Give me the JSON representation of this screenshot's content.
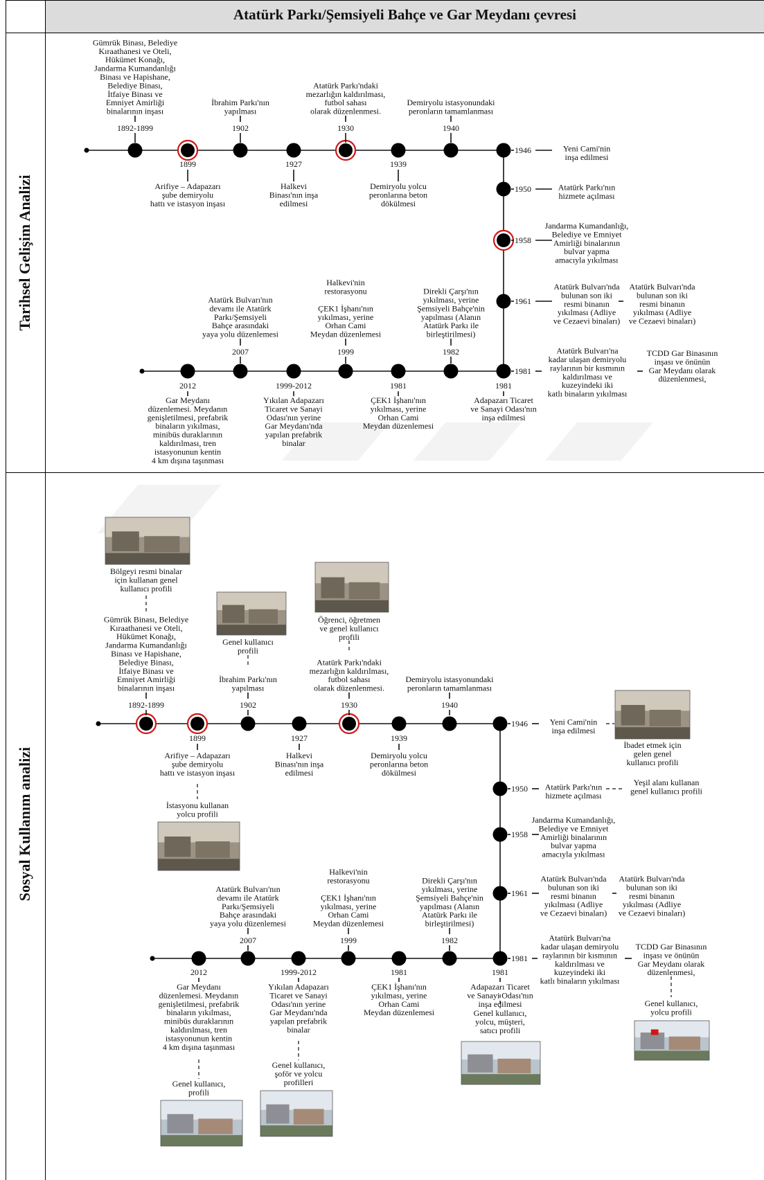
{
  "header": {
    "title": "Atatürk Parkı/Şemsiyeli Bahçe ve Gar Meydanı çevresi"
  },
  "sections": {
    "historical": {
      "label": "Tarihsel Gelişim Analizi"
    },
    "social": {
      "label": "Sosyal Kullanım analizi"
    }
  },
  "colors": {
    "line": "#111111",
    "node": "#000000",
    "highlight_ring": "#d01616",
    "watermark": "#f3f3f3"
  },
  "events": {
    "e1892": {
      "year": "1892-1899",
      "text": [
        "Gümrük Binası, Belediye",
        "Kıraathanesi ve Oteli,",
        "Hükümet Konağı,",
        "Jandarma Kumandanlığı",
        "Binası ve Hapishane,",
        "Belediye Binası,",
        "İtfaiye Binası ve",
        "Emniyet Amirliği",
        "binalarının inşası"
      ]
    },
    "e1899": {
      "year": "1899",
      "text": [
        "Arifiye – Adapazarı",
        "şube demiryolu",
        "hattı ve istasyon inşası"
      ]
    },
    "e1902": {
      "year": "1902",
      "text": [
        "İbrahim Parkı'nın",
        "yapılması"
      ]
    },
    "e1927": {
      "year": "1927",
      "text": [
        "Halkevi",
        "Binası'nın inşa",
        "edilmesi"
      ]
    },
    "e1930": {
      "year": "1930",
      "text": [
        "Atatürk Parkı'ndaki",
        "mezarlığın kaldırılması,",
        "futbol sahası",
        "olarak düzenlenmesi."
      ]
    },
    "e1939": {
      "year": "1939",
      "text": [
        "Demiryolu yolcu",
        "peronlarına beton",
        "dökülmesi"
      ]
    },
    "e1940": {
      "year": "1940",
      "text": [
        "Demiryolu istasyonundaki",
        "peronların tamamlanması"
      ]
    },
    "e1946": {
      "year": "1946",
      "text": [
        "Yeni Cami'nin",
        "inşa edilmesi"
      ]
    },
    "e1950": {
      "year": "1950",
      "text": [
        "Atatürk Parkı'nın",
        "hizmete açılması"
      ]
    },
    "e1958": {
      "year": "1958",
      "text": [
        "Jandarma Kumandanlığı,",
        "Belediye ve Emniyet",
        "Amirliği binalarının",
        "bulvar yapma",
        "amacıyla yıkılması"
      ]
    },
    "e1961": {
      "year": "1961",
      "text": [
        "Atatürk Bulvarı'nda",
        "bulunan son iki",
        "resmi binanın",
        "yıkılması (Adliye",
        "ve Cezaevi binaları)"
      ]
    },
    "e1981a": {
      "year": "1981",
      "text": [
        "Atatürk Bulvarı'na",
        "kadar ulaşan demiryolu",
        "raylarının bir kısmının",
        "kaldırılması ve",
        "kuzeyindeki iki",
        "katlı binaların yıkılması"
      ]
    },
    "e1981b": {
      "text": [
        "TCDD Gar Binasının",
        "inşası ve önünün",
        "Gar Meydanı olarak",
        "düzenlenmesi,"
      ]
    },
    "e1981c": {
      "year": "1981",
      "text": [
        "Adapazarı Ticaret",
        "ve Sanayi Odası'nın",
        "inşa edilmesi"
      ]
    },
    "e1982": {
      "year": "1982",
      "text": [
        "Direkli Çarşı'nın",
        "yıkılması, yerine",
        "Şemsiyeli Bahçe'nin",
        "yapılması (Alanın",
        "Atatürk Parkı ile",
        "birleştirilmesi)"
      ]
    },
    "e1981d": {
      "year": "1981",
      "text": [
        "ÇEK1 İşhanı'nın",
        "yıkılması, yerine",
        "Orhan Cami",
        "Meydan düzenlemesi"
      ]
    },
    "e1999": {
      "year": "1999",
      "text": [
        "Halkevi'nin",
        "restorasyonu",
        "",
        "ÇEK1 İşhanı'nın",
        "yıkılması, yerine",
        "Orhan Cami",
        "Meydan düzenlemesi"
      ]
    },
    "e19992012": {
      "year": "1999-2012",
      "text": [
        "Yıkılan Adapazarı",
        "Ticaret ve Sanayi",
        "Odası'nın yerine",
        "Gar Meydanı'nda",
        "yapılan prefabrik",
        "binalar"
      ]
    },
    "e2007": {
      "year": "2007",
      "text": [
        "Atatürk Bulvarı'nın",
        "devamı ile Atatürk",
        "Parkı/Şemsiyeli",
        "Bahçe arasındaki",
        "yaya yolu düzenlemesi"
      ]
    },
    "e2012": {
      "year": "2012",
      "text": [
        "Gar Meydanı",
        "düzenlemesi. Meydanın",
        "genişletilmesi, prefabrik",
        "binaların yıkılması,",
        "minibüs duraklarının",
        "kaldırılması, tren",
        "istasyonunun kentin",
        "4 km dışına taşınması"
      ]
    }
  },
  "profiles": {
    "p_official": [
      "Bölgeyi resmi binalar",
      "için kullanan genel",
      "kullanıcı profili"
    ],
    "p_park": [
      "Genel kullanıcı",
      "profili"
    ],
    "p_student": [
      "Öğrenci, öğretmen",
      "ve genel kullanıcı",
      "profili"
    ],
    "p_station": [
      "İstasyonu kullanan",
      "yolcu profili"
    ],
    "p_worship": [
      "İbadet etmek için",
      "gelen genel",
      "kullanıcı profili"
    ],
    "p_green": [
      "Yeşil alanı kullanan",
      "genel kullanıcı profili"
    ],
    "p_gar": [
      "Genel kullanıcı,",
      "yolcu profili"
    ],
    "p_chamber": [
      "Genel kullanıcı,",
      "yolcu, müşteri,",
      "satıcı profili"
    ],
    "p_prefab": [
      "Genel kullanıcı,",
      "şoför ve yolcu",
      "profilleri"
    ],
    "p_square": [
      "Genel kullanıcı,",
      "profili"
    ]
  },
  "photos": [
    "historic-government-buildings-photo",
    "ibrahim-park-photo",
    "halkevi-building-photo",
    "railway-station-photo",
    "yeni-cami-photo",
    "tcdd-gar-building-photo",
    "chamber-of-commerce-photo",
    "prefab-buildings-photo",
    "gar-square-photo"
  ]
}
